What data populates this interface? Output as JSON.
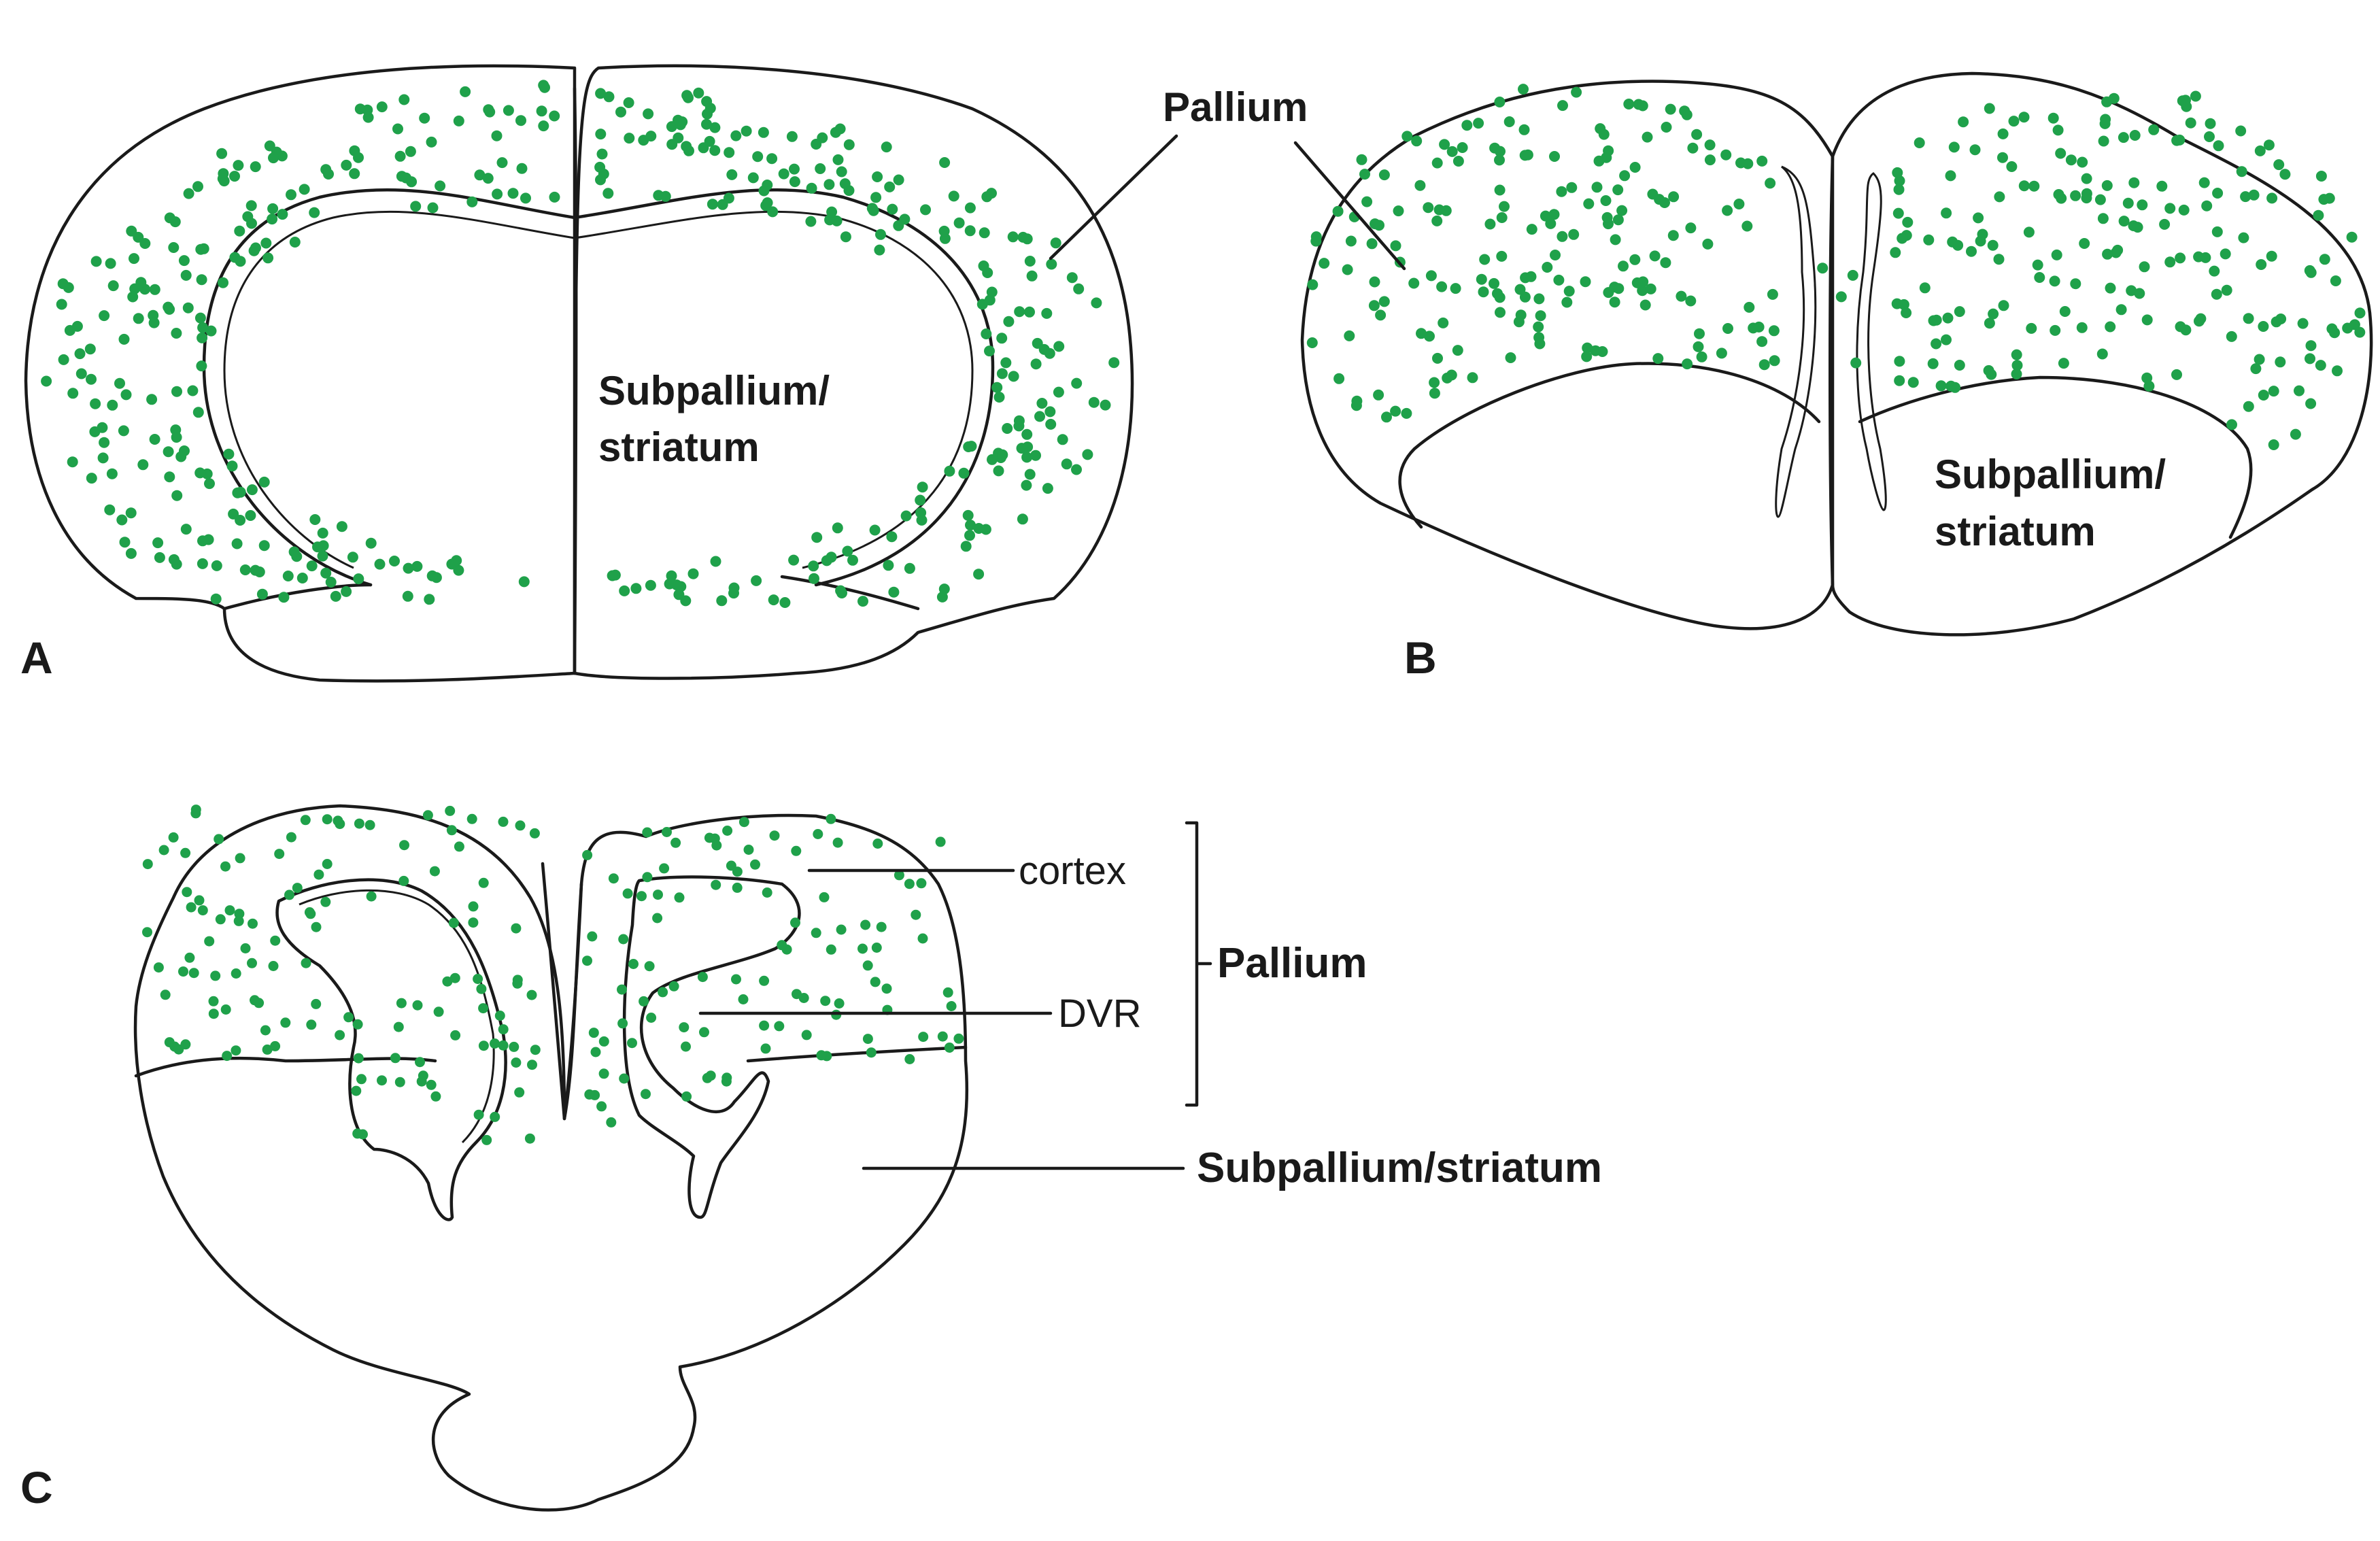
{
  "panels": {
    "a": {
      "letter": "A",
      "pallium_label": "Pallium",
      "subpallium_label_line1": "Subpallium/",
      "subpallium_label_line2": "striatum"
    },
    "b": {
      "letter": "B",
      "subpallium_label_line1": "Subpallium/",
      "subpallium_label_line2": "striatum"
    },
    "c": {
      "letter": "C",
      "cortex_label": "cortex",
      "dvr_label": "DVR",
      "pallium_label": "Pallium",
      "subpallium_label": "Subpallium/striatum"
    }
  },
  "colors": {
    "dot": "#1fa14a",
    "outline": "#1a1a1a"
  }
}
